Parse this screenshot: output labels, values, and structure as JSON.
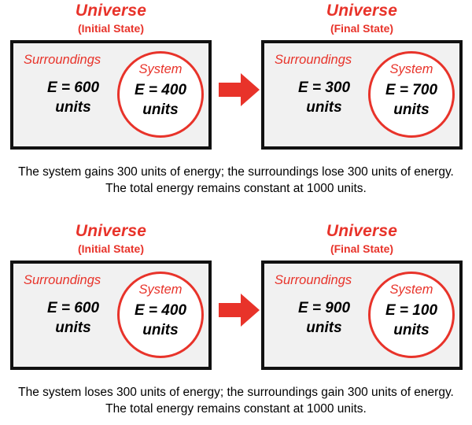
{
  "colors": {
    "red": "#E8332A",
    "box_border": "#111111",
    "box_fill": "#F1F1F1",
    "circle_fill": "#FFFFFF",
    "text": "#000000"
  },
  "panels": [
    {
      "id": "endothermic",
      "initial": {
        "universe_label": "Universe",
        "state_label": "(Initial State)",
        "surroundings_label": "Surroundings",
        "surroundings_energy": "E = 600",
        "surroundings_units": "units",
        "system_label": "System",
        "system_energy": "E = 400",
        "system_units": "units"
      },
      "final": {
        "universe_label": "Universe",
        "state_label": "(Final State)",
        "surroundings_label": "Surroundings",
        "surroundings_energy": "E = 300",
        "surroundings_units": "units",
        "system_label": "System",
        "system_energy": "E = 700",
        "system_units": "units"
      },
      "arrow_icon": "right-arrow-icon",
      "caption": "The system gains 300 units of energy; the surroundings lose 300 units of energy. The total energy remains constant at 1000 units."
    },
    {
      "id": "exothermic",
      "initial": {
        "universe_label": "Universe",
        "state_label": "(Initial State)",
        "surroundings_label": "Surroundings",
        "surroundings_energy": "E = 600",
        "surroundings_units": "units",
        "system_label": "System",
        "system_energy": "E = 400",
        "system_units": "units"
      },
      "final": {
        "universe_label": "Universe",
        "state_label": "(Final State)",
        "surroundings_label": "Surroundings",
        "surroundings_energy": "E = 900",
        "surroundings_units": "units",
        "system_label": "System",
        "system_energy": "E = 100",
        "system_units": "units"
      },
      "arrow_icon": "right-arrow-icon",
      "caption": "The system loses 300 units of energy; the surroundings gain 300 units of energy. The total energy remains constant at 1000 units."
    }
  ]
}
